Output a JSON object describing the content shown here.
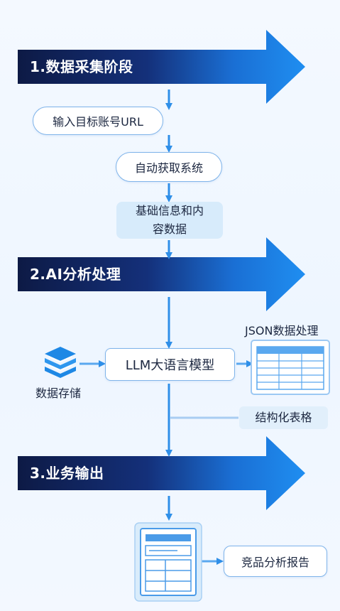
{
  "stages": {
    "stage1": "1.数据采集阶段",
    "stage2": "2.AI分析处理",
    "stage3": "3.业务输出"
  },
  "nodes": {
    "input_url": "输入目标账号URL",
    "auto_fetch": "自动获取系统",
    "basic_info_line1": "基础信息和内",
    "basic_info_line2": "容数据",
    "llm": "LLM大语言模型",
    "data_storage": "数据存储",
    "json_processing": "JSON数据处理",
    "structured_table": "结构化表格",
    "competitor_report": "竞品分析报告"
  },
  "icons": {
    "storage": "database-stack-icon",
    "json": "spreadsheet-icon",
    "report": "document-report-icon"
  },
  "colors": {
    "stage_banner_dark": "#0d1a45",
    "stage_banner_blue": "#1f8ef1",
    "connector": "#2f8fe8",
    "box_border": "#7fb4ea",
    "soft_box": "#d7ebfb"
  }
}
